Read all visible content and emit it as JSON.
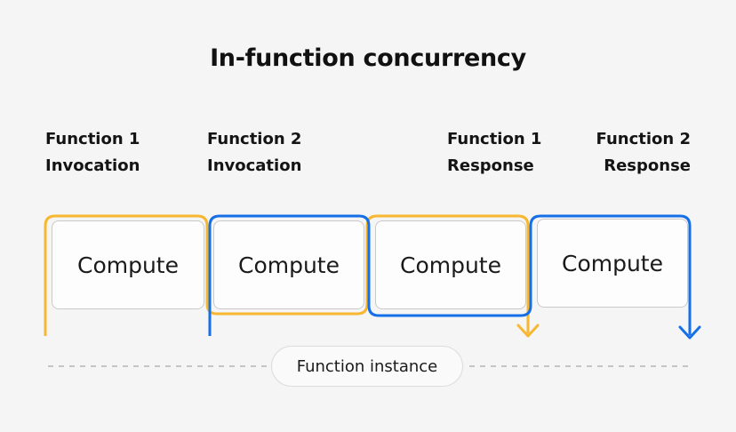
{
  "title": "In-function concurrency",
  "labels": {
    "f1_invocation": [
      "Function 1",
      "Invocation"
    ],
    "f2_invocation": [
      "Function 2",
      "Invocation"
    ],
    "f1_response": [
      "Function 1",
      "Response"
    ],
    "f2_response": [
      "Function 2",
      "Response"
    ]
  },
  "compute_boxes": [
    "Compute",
    "Compute",
    "Compute",
    "Compute"
  ],
  "instance_label": "Function instance",
  "colors": {
    "function1": "#f7b731",
    "function2": "#1570e8",
    "dashed_line": "#b5b5b5"
  }
}
